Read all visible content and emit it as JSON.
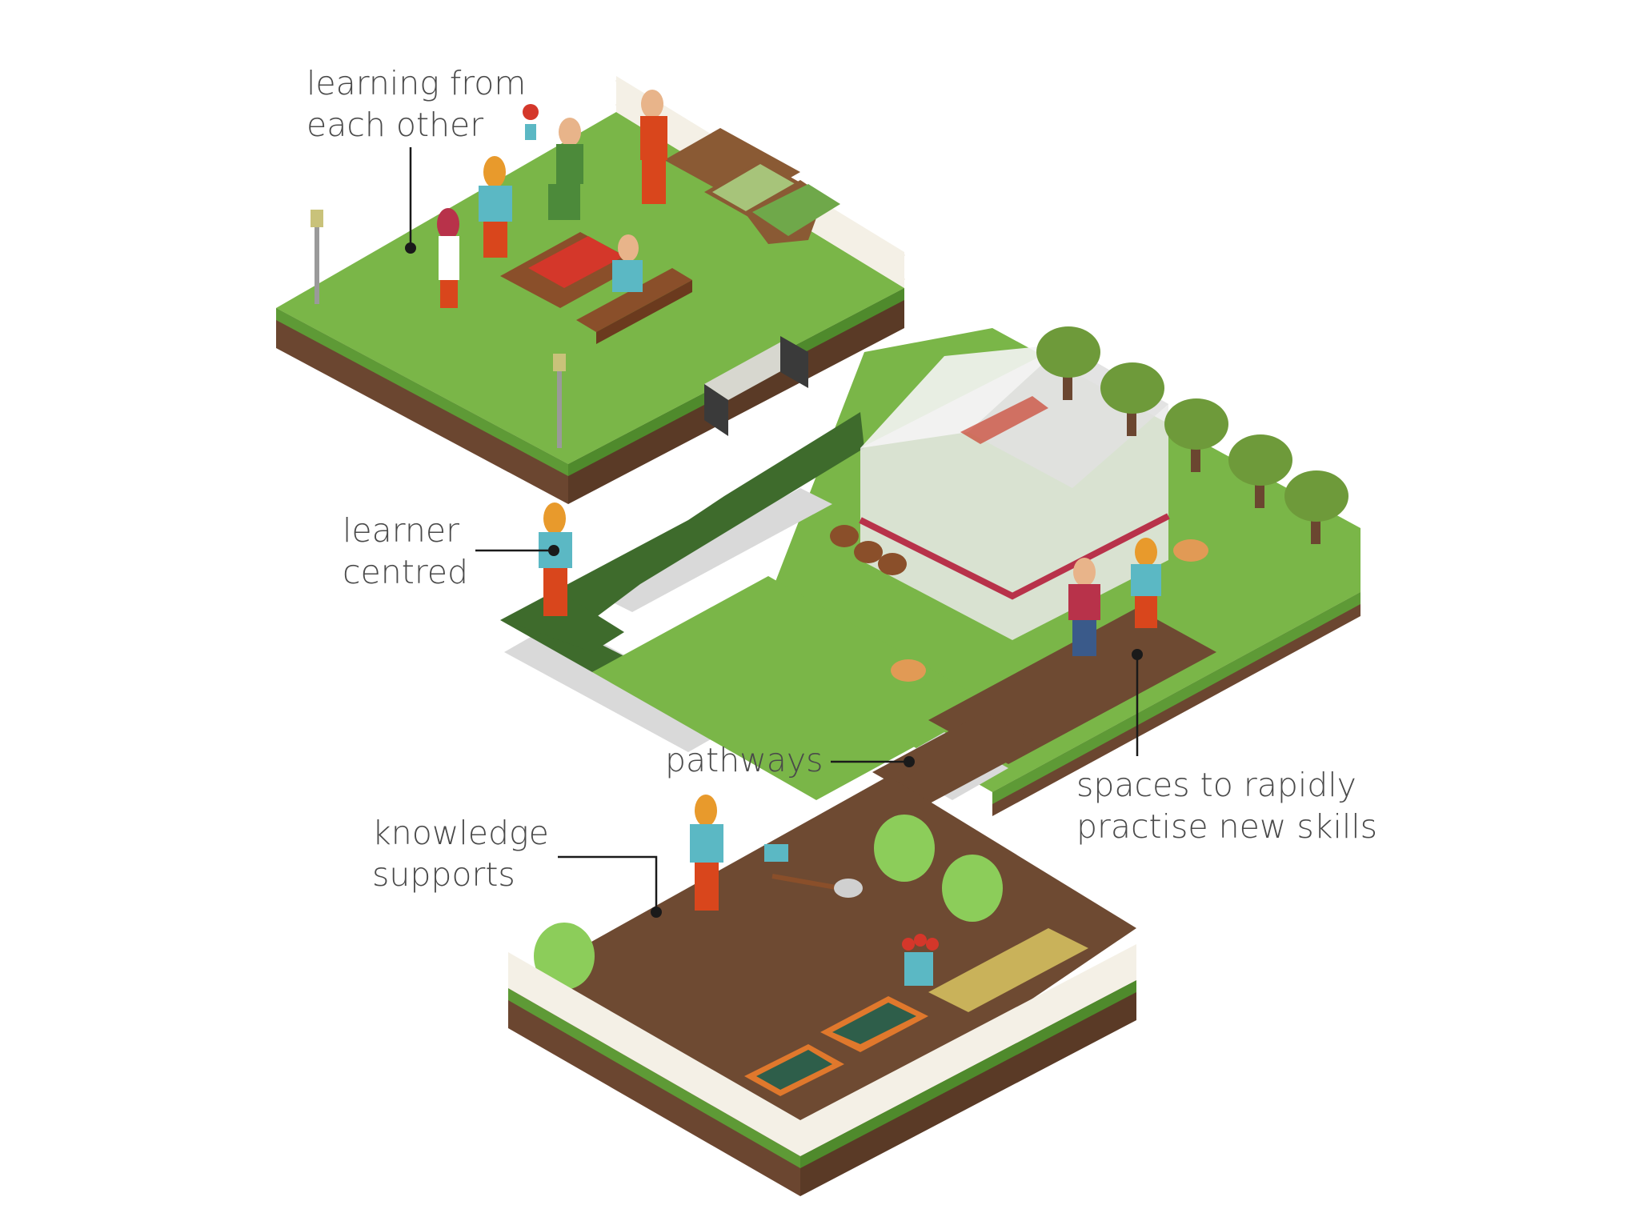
{
  "labels": {
    "learning_from_each_other": {
      "line1": "learning from",
      "line2": "each other"
    },
    "learner_centred": {
      "line1": "learner",
      "line2": "centred"
    },
    "pathways": {
      "line1": "pathways"
    },
    "knowledge_supports": {
      "line1": "knowledge",
      "line2": "supports"
    },
    "spaces_to_practise": {
      "line1": "spaces to rapidly",
      "line2": "practise new skills"
    }
  },
  "colors": {
    "grass": "#7ab648",
    "grass_dark": "#5e9a36",
    "soil_side": "#6b4630",
    "soil_top": "#6e4a32",
    "path_dark": "#3e6b2c",
    "path_grey": "#d9d9d9",
    "shirt": "#5bb8c4",
    "trousers": "#d9461c",
    "skin": "#e89a2c",
    "fence": "#f4f0e6",
    "tree": "#6e9a3a",
    "label_text": "#4a4a4a"
  }
}
